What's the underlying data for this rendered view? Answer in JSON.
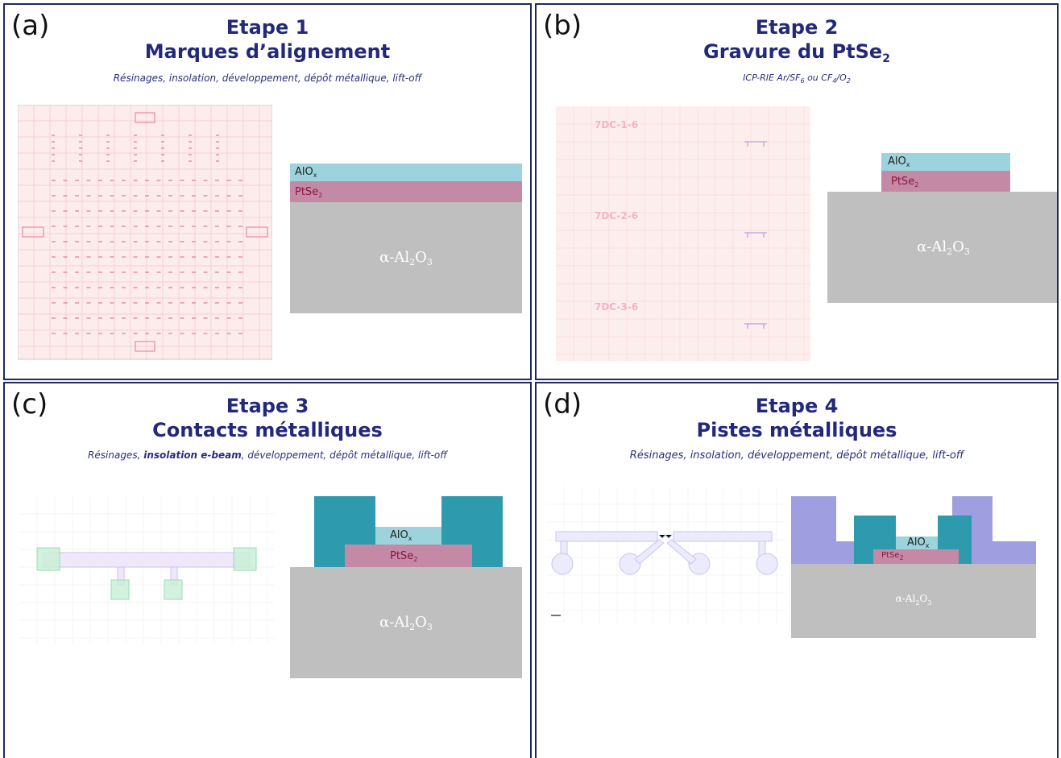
{
  "panels": {
    "a": {
      "label": "(a)",
      "step": "Etape 1",
      "title": "Marques d’alignement",
      "subtitle": "Résinages, insolation, développement, dépôt métallique, lift-off",
      "layers": {
        "top": "AlO",
        "top_sub": "x",
        "middle": "PtSe",
        "middle_sub": "2",
        "substrate": "α-Al",
        "substrate_sub1": "2",
        "substrate_mid": "O",
        "substrate_sub2": "3"
      }
    },
    "b": {
      "label": "(b)",
      "step": "Etape 2",
      "title_main": "Gravure du PtSe",
      "title_sub": "2",
      "subtitle_parts": [
        "ICP-RIE Ar/SF",
        "6",
        " ou CF",
        "4",
        "/O",
        "2"
      ],
      "device_labels": [
        "7DC-1-6",
        "7DC-2-6",
        "7DC-3-6"
      ],
      "layers": {
        "top": "AlO",
        "top_sub": "x",
        "middle": "PtSe",
        "middle_sub": "2",
        "substrate": "α-Al",
        "substrate_sub1": "2",
        "substrate_mid": "O",
        "substrate_sub2": "3"
      }
    },
    "c": {
      "label": "(c)",
      "step": "Etape 3",
      "title": "Contacts métalliques",
      "subtitle_pre": "Résinages, ",
      "subtitle_bold": "insolation e-beam",
      "subtitle_post": ", développement, dépôt métallique, lift-off",
      "layers": {
        "top": "AlO",
        "top_sub": "x",
        "middle": "PtSe",
        "middle_sub": "2",
        "substrate": "α-Al",
        "substrate_sub1": "2",
        "substrate_mid": "O",
        "substrate_sub2": "3"
      }
    },
    "d": {
      "label": "(d)",
      "step": "Etape 4",
      "title": "Pistes métalliques",
      "subtitle": "Résinages, insolation, développement, dépôt métallique, lift-off",
      "layers": {
        "top": "AlO",
        "top_sub": "x",
        "middle": "PtSe",
        "middle_sub": "2",
        "substrate": "α-Al",
        "substrate_sub1": "2",
        "substrate_mid": "O",
        "substrate_sub2": "3"
      }
    }
  },
  "colors": {
    "frame": "#1f2a5c",
    "heading": "#22297a",
    "alox": "#9dd3dc",
    "ptse2": "#c48aa5",
    "substrate": "#bfbfbf",
    "contact": "#2e9aad",
    "track": "#9e9ee0",
    "mask_bg": "#fdeaea",
    "mark": "#e58aa8"
  }
}
